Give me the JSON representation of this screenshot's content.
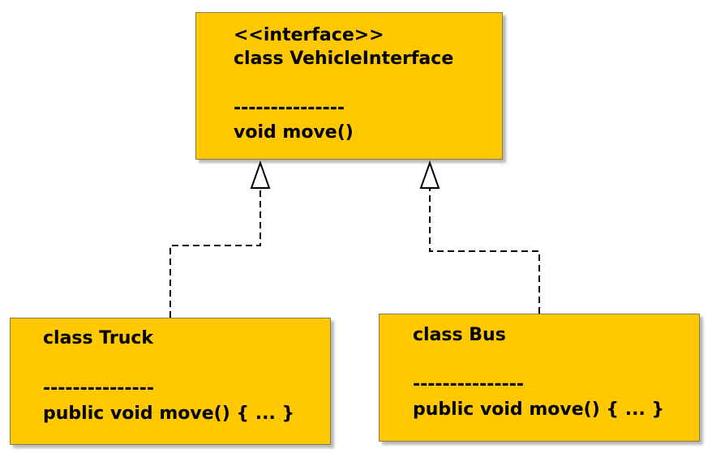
{
  "interface": {
    "stereotype": "<<interface>>",
    "name": "class VehicleInterface",
    "separator": "---------------",
    "method": "void move()"
  },
  "truck": {
    "name": "class Truck",
    "separator": "---------------",
    "method": "public void move() { ... }"
  },
  "bus": {
    "name": "class Bus",
    "separator": "---------------",
    "method": "public void move() { ... }"
  },
  "colors": {
    "box_fill": "#ffc800",
    "box_border": "#8a7a4a",
    "connector": "#000000",
    "background": "#ffffff"
  },
  "relationship": "realization"
}
